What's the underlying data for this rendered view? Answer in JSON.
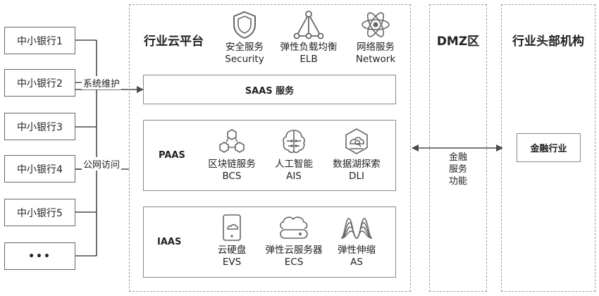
{
  "banks": [
    "中小银行1",
    "中小银行2",
    "中小银行3",
    "中小银行4",
    "中小银行5",
    "•••"
  ],
  "edges": {
    "maintenance": "系统维护",
    "public_access": "公网访问"
  },
  "cloud": {
    "title": "行业云平台",
    "top_services": [
      {
        "zh": "安全服务",
        "en": "Security",
        "icon": "shield-icon"
      },
      {
        "zh": "弹性负载均衡",
        "en": "ELB",
        "icon": "load-balancer-icon"
      },
      {
        "zh": "网络服务",
        "en": "Network",
        "icon": "atom-network-icon"
      }
    ],
    "saas": {
      "label": "SAAS 服务"
    },
    "paas": {
      "label": "PAAS",
      "services": [
        {
          "zh": "区块链服务",
          "en": "BCS",
          "icon": "blockchain-icon"
        },
        {
          "zh": "人工智能",
          "en": "AIS",
          "icon": "brain-chip-icon"
        },
        {
          "zh": "数据湖探索",
          "en": "DLI",
          "icon": "data-lake-icon"
        }
      ]
    },
    "iaas": {
      "label": "IAAS",
      "services": [
        {
          "zh": "云硬盘",
          "en": "EVS",
          "icon": "disk-icon"
        },
        {
          "zh": "弹性云服务器",
          "en": "ECS",
          "icon": "cloud-server-icon"
        },
        {
          "zh": "弹性伸缩",
          "en": "AS",
          "icon": "scaling-wave-icon"
        }
      ]
    }
  },
  "dmz": {
    "title": "DMZ区",
    "link_label_lines": [
      "金融",
      "服务",
      "功能"
    ]
  },
  "head": {
    "title": "行业头部机构",
    "box_label": "金融行业"
  },
  "colors": {
    "line": "#4a4a4a",
    "dashed": "#9a9a9a",
    "icon": "#666666"
  }
}
